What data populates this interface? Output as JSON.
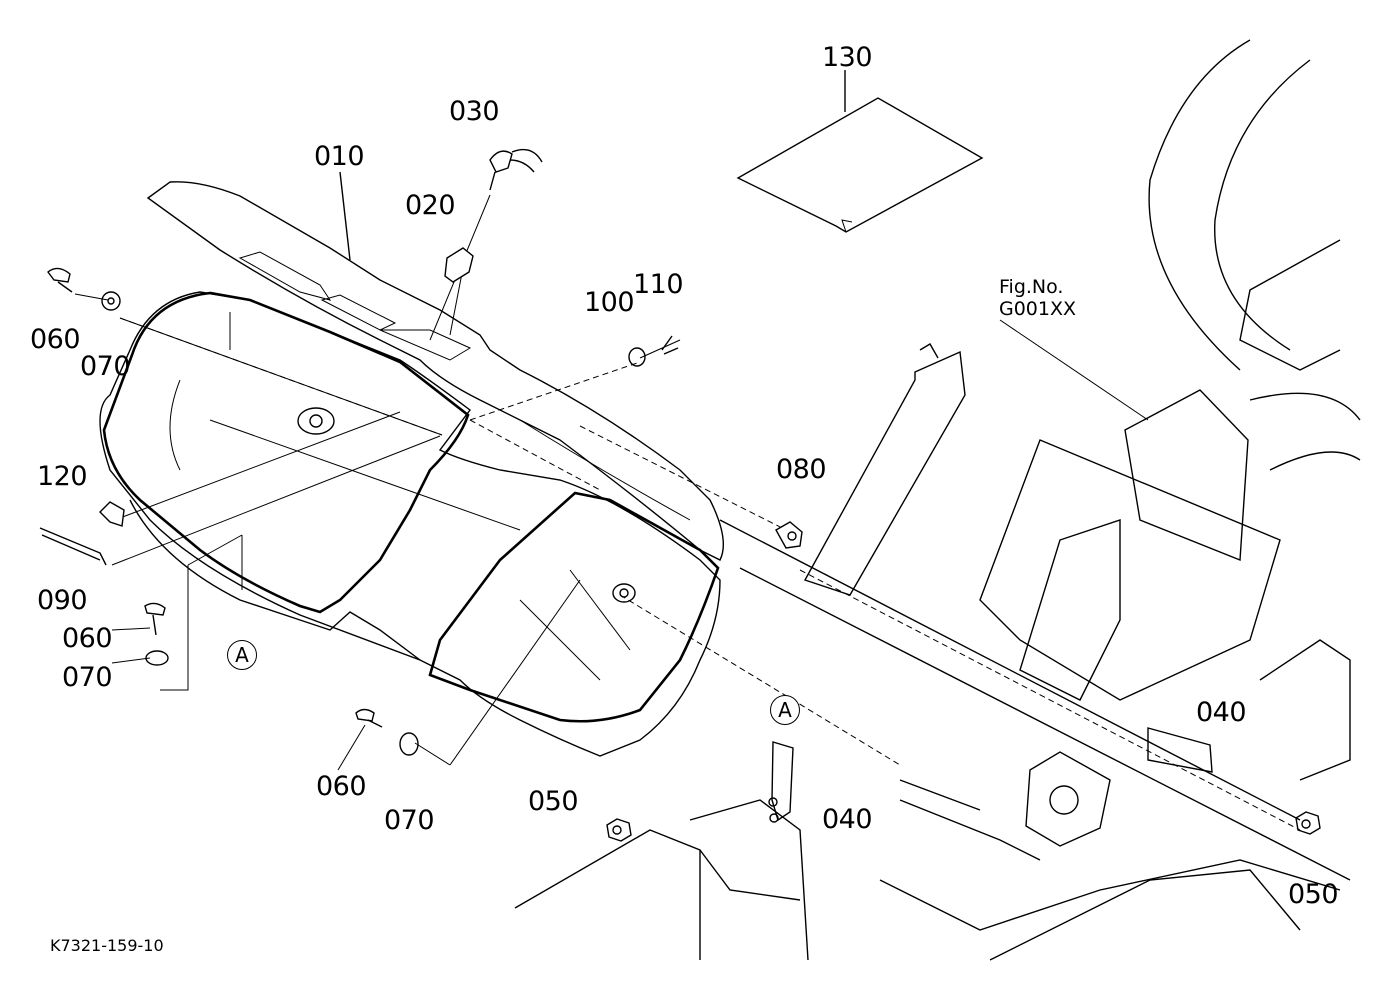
{
  "labels": {
    "p010": "010",
    "p020": "020",
    "p030": "030",
    "p040a": "040",
    "p040b": "040",
    "p050a": "050",
    "p050b": "050",
    "p060a": "060",
    "p060b": "060",
    "p060c": "060",
    "p070a": "070",
    "p070b": "070",
    "p070c": "070",
    "p080": "080",
    "p090": "090",
    "p100": "100",
    "p110": "110",
    "p120": "120",
    "p130": "130"
  },
  "markers": {
    "a1": "A",
    "a2": "A"
  },
  "figure_ref": {
    "line1": "Fig.No.",
    "line2": "G001XX"
  },
  "drawing_code": "K7321-159-10"
}
